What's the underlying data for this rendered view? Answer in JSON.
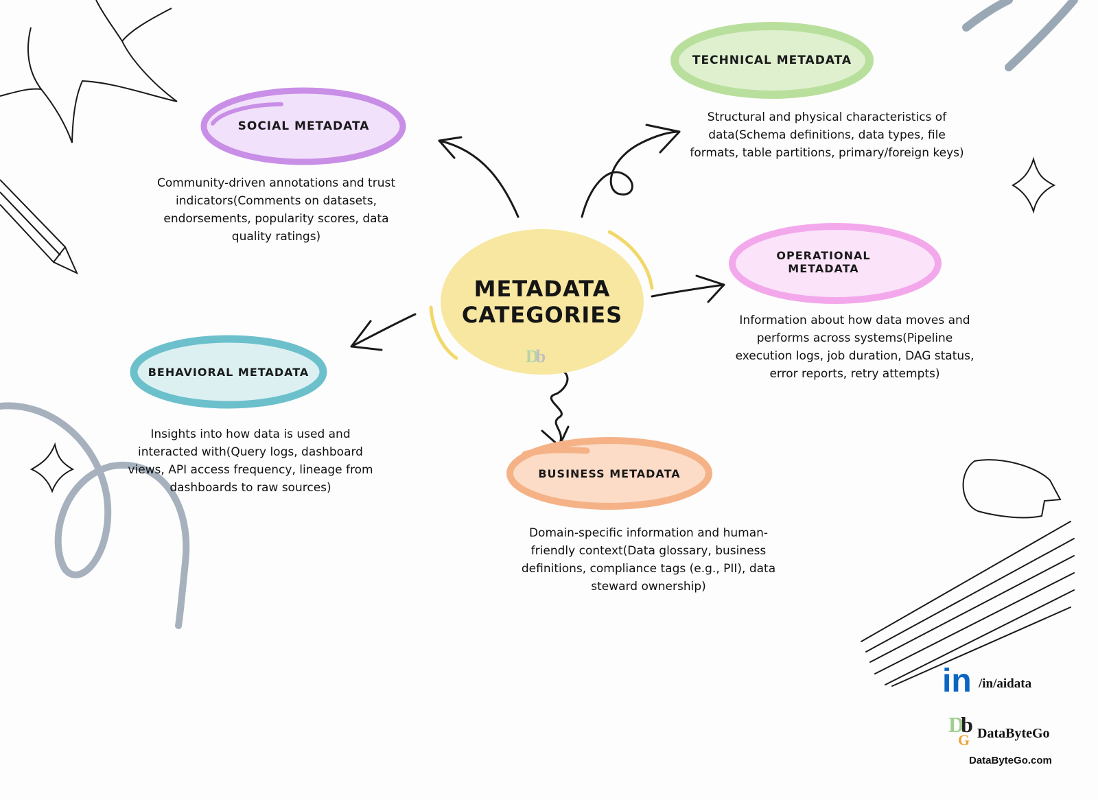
{
  "center": {
    "line1": "METADATA",
    "line2": "CATEGORIES",
    "color": "#f7e7a1"
  },
  "categories": {
    "technical": {
      "title": "TECHNICAL METADATA",
      "color": "#b9df9c",
      "description": "Structural and physical characteristics of data(Schema definitions, data types, file formats, table partitions, primary/foreign keys)"
    },
    "social": {
      "title": "SOCIAL METADATA",
      "color": "#c98ee6",
      "description": "Community-driven annotations and trust indicators(Comments on datasets, endorsements, popularity scores, data quality ratings)"
    },
    "operational": {
      "title": "OPERATIONAL METADATA",
      "color": "#f3a8ec",
      "description": "Information about how data moves and performs across systems(Pipeline execution logs, job duration, DAG status, error reports, retry attempts)"
    },
    "behavioral": {
      "title": "BEHAVIORAL METADATA",
      "color": "#6cc0cc",
      "description": "Insights into how data is used and interacted with(Query logs, dashboard views, API access frequency, lineage from dashboards to raw sources)"
    },
    "business": {
      "title": "BUSINESS METADATA",
      "color": "#f5b287",
      "description": "Domain-specific information and human-friendly context(Data glossary, business definitions, compliance tags (e.g., PII), data steward ownership)"
    }
  },
  "footer": {
    "linkedin_icon": "linkedin-icon",
    "linkedin_handle": "/in/aidata",
    "brand_name": "DataByteGo",
    "website": "DataByteGo.com",
    "linkedin_color": "#0a66c2"
  }
}
